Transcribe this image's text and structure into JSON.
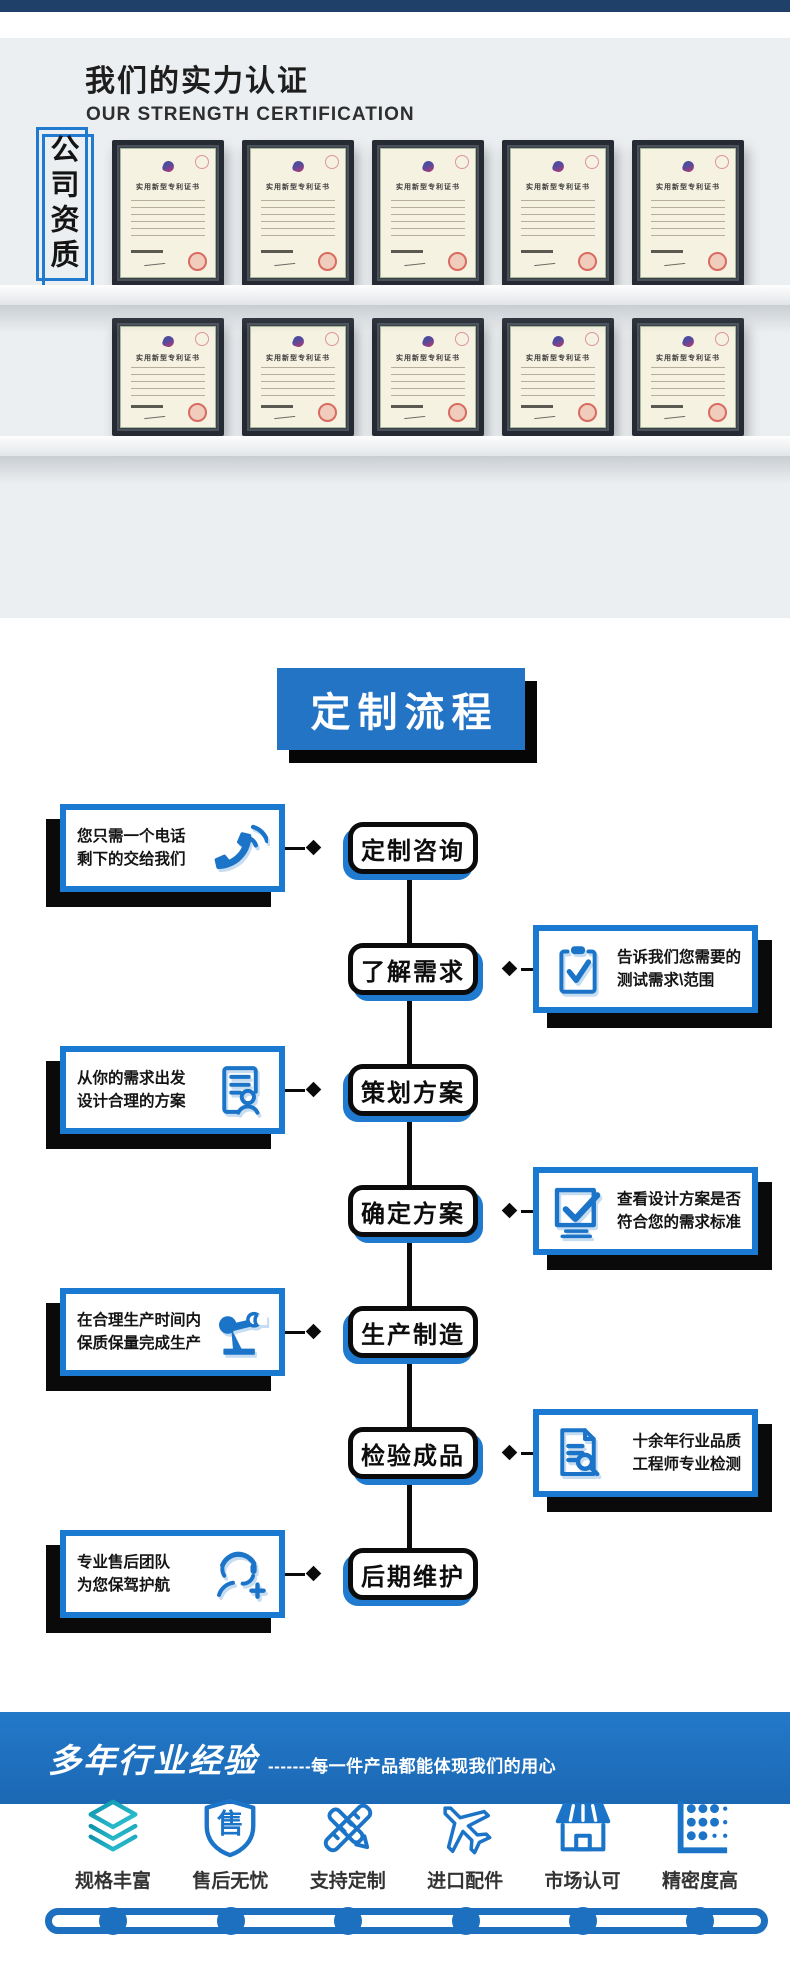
{
  "colors": {
    "accent_blue": "#1b74c8",
    "flow_border_blue": "#1a7ad2",
    "banner_blue": "#2176c5",
    "teal": "#14a5b8",
    "black": "#0a0a0a",
    "top_bar_navy": "#1f4068"
  },
  "header": {
    "title": "我们的实力认证",
    "subtitle": "OUR STRENGTH CERTIFICATION",
    "badge": "公司资质"
  },
  "certificates": {
    "title": "实用新型专利证书",
    "row1_count": 5,
    "row2_count": 5
  },
  "process": {
    "title": "定制流程",
    "steps": [
      {
        "node": "定制咨询",
        "side": "left",
        "card": {
          "line1": "您只需一个电话",
          "line2": "剩下的交给我们",
          "icon": "phone-icon"
        }
      },
      {
        "node": "了解需求",
        "side": "right",
        "card": {
          "line1": "告诉我们您需要的",
          "line2": "测试需求\\范围",
          "icon": "clipboard-check-icon"
        }
      },
      {
        "node": "策划方案",
        "side": "left",
        "card": {
          "line1": "从你的需求出发",
          "line2": "设计合理的方案",
          "icon": "document-user-icon"
        }
      },
      {
        "node": "确定方案",
        "side": "right",
        "card": {
          "line1": "查看设计方案是否",
          "line2": "符合您的需求标准",
          "icon": "check-square-icon"
        }
      },
      {
        "node": "生产制造",
        "side": "left",
        "card": {
          "line1": "在合理生产时间内",
          "line2": "保质保量完成生产",
          "icon": "robot-arm-icon"
        }
      },
      {
        "node": "检验成品",
        "side": "right",
        "card": {
          "line1": "十余年行业品质",
          "line2": "工程师专业检测",
          "icon": "document-search-icon"
        }
      },
      {
        "node": "后期维护",
        "side": "left",
        "card": {
          "line1": "专业售后团队",
          "line2": "为您保驾护航",
          "icon": "headset-icon"
        }
      }
    ]
  },
  "banner": {
    "title": "多年行业经验",
    "tagline": "-------每一件产品都能体现我们的用心"
  },
  "features": {
    "shield_char": "售",
    "items": [
      {
        "label": "规格丰富",
        "icon": "layers-icon"
      },
      {
        "label": "售后无忧",
        "icon": "shield-icon"
      },
      {
        "label": "支持定制",
        "icon": "ruler-pen-icon"
      },
      {
        "label": "进口配件",
        "icon": "airplane-icon"
      },
      {
        "label": "市场认可",
        "icon": "storefront-icon"
      },
      {
        "label": "精密度高",
        "icon": "dot-matrix-icon"
      }
    ],
    "timeline_dots": 6
  }
}
